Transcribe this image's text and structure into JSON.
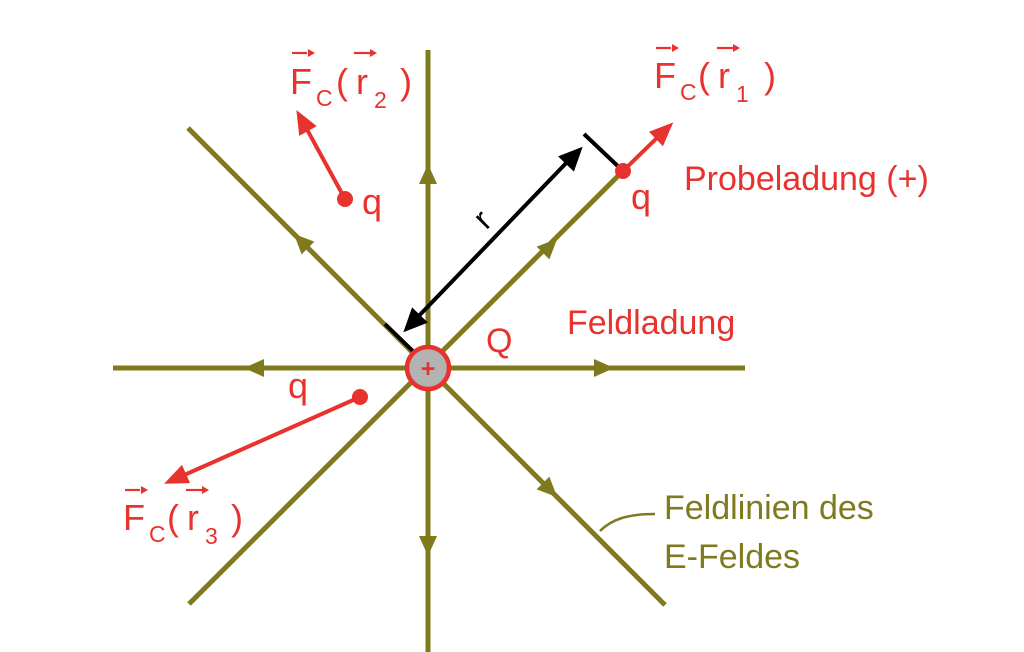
{
  "colors": {
    "field_line": "#7f7a1d",
    "charge_red": "#e8322d",
    "charge_fill": "#b3b3b3",
    "distance_arrow": "#000000",
    "background": "#ffffff"
  },
  "labels": {
    "force_main": "F",
    "force_sub": "C",
    "paren_open": "(",
    "paren_close": ")",
    "position_main": "r",
    "force_1_index": "1",
    "force_2_index": "2",
    "force_3_index": "3",
    "test_charge_q": "q",
    "probeladung": "Probeladung (+)",
    "feldladung": "Feldladung",
    "field_charge_Q": "Q",
    "field_charge_sign": "+",
    "distance_r": "r",
    "feldlinien_line1": "Feldlinien des",
    "feldlinien_line2": "E-Feldes"
  }
}
